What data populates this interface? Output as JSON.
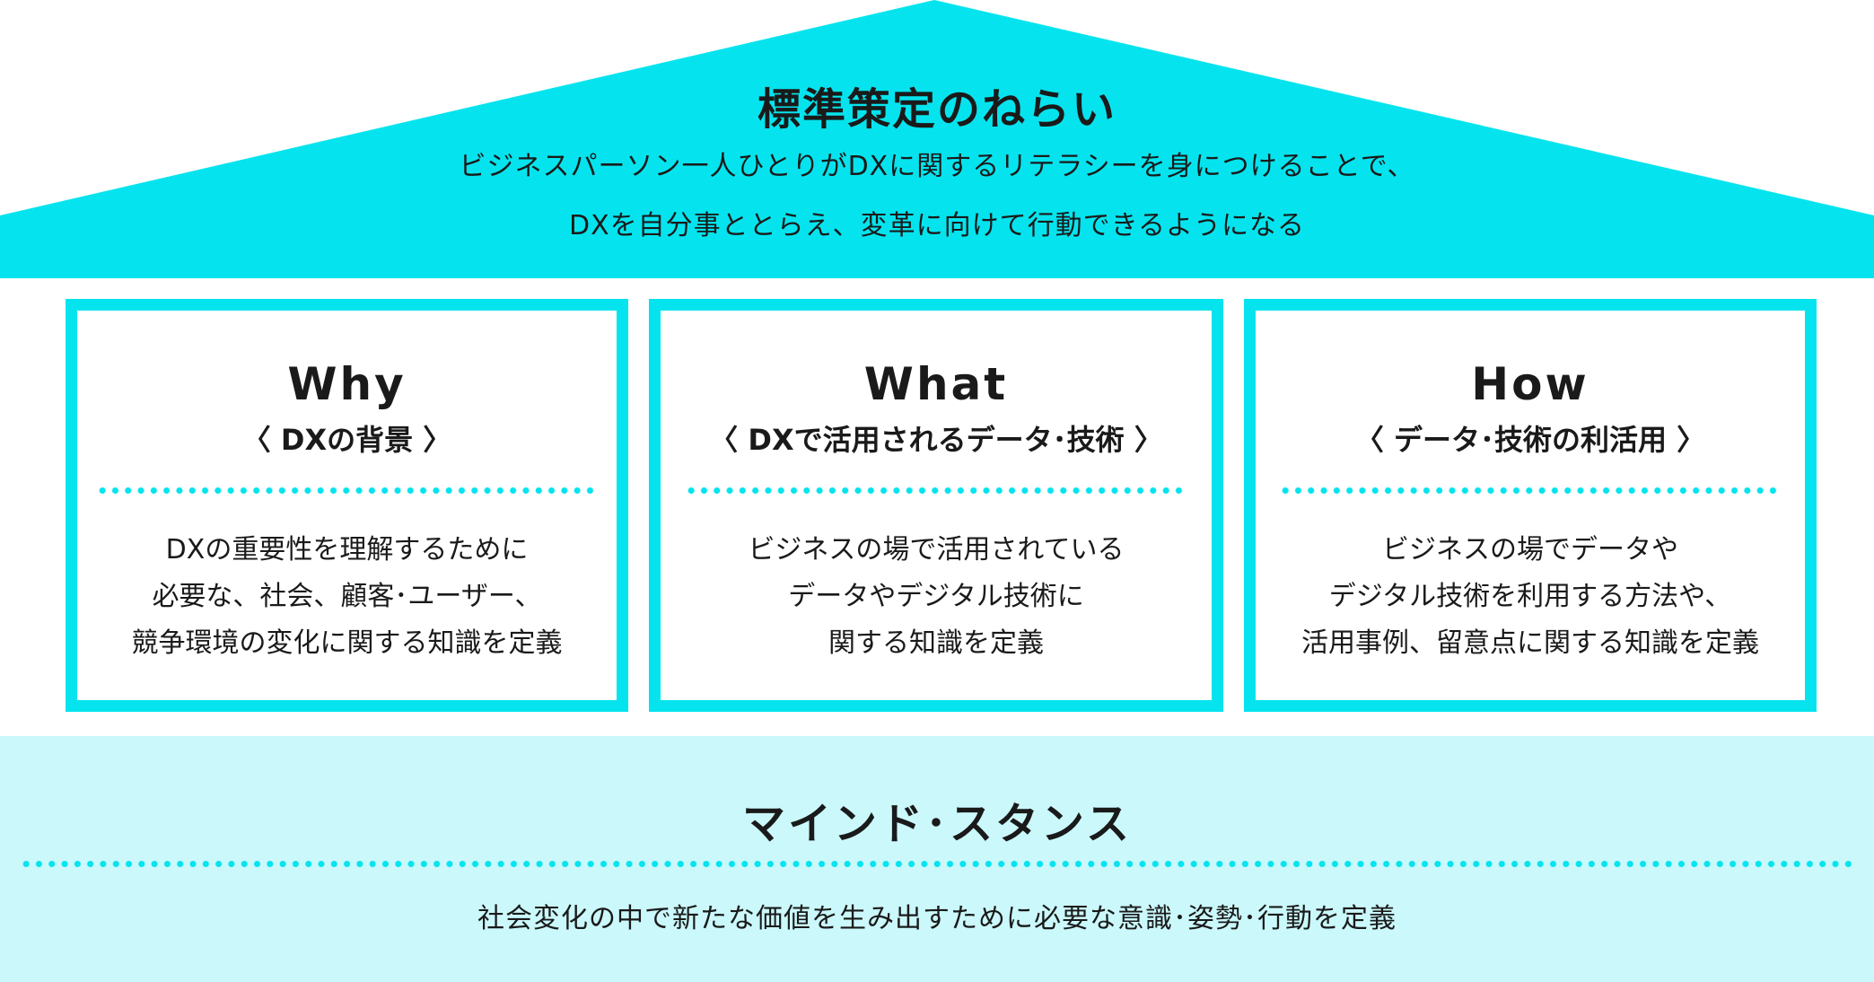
{
  "colors": {
    "accent": "#05e4ee",
    "base_background": "#cbf8fb",
    "text": "#1a1a1a"
  },
  "roof": {
    "title": "標準策定のねらい",
    "description_line1": "ビジネスパーソン一人ひとりがDXに関するリテラシーを身につけることで、",
    "description_line2": "DXを自分事ととらえ、変革に向けて行動できるようになる"
  },
  "pillars": [
    {
      "heading": "Why",
      "subheading": "〈 DXの背景 〉",
      "body": [
        "DXの重要性を理解するために",
        "必要な、社会、顧客･ユーザー、",
        "競争環境の変化に関する知識を定義"
      ]
    },
    {
      "heading": "What",
      "subheading": "〈 DXで活用されるデータ･技術 〉",
      "body": [
        "ビジネスの場で活用されている",
        "データやデジタル技術に",
        "関する知識を定義"
      ]
    },
    {
      "heading": "How",
      "subheading": "〈 データ･技術の利活用 〉",
      "body": [
        "ビジネスの場でデータや",
        "デジタル技術を利用する方法や、",
        "活用事例、留意点に関する知識を定義"
      ]
    }
  ],
  "base": {
    "title": "マインド･スタンス",
    "description": "社会変化の中で新たな価値を生み出すために必要な意識･姿勢･行動を定義"
  }
}
